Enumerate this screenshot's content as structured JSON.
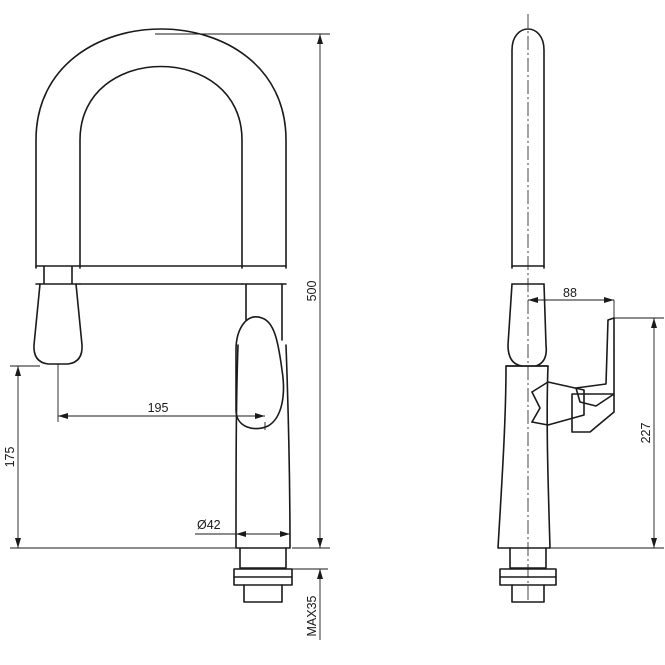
{
  "dimensions": {
    "front_height": "500",
    "spout_reach": "195",
    "spray_height": "175",
    "base_diameter": "Ø42",
    "max_deck": "MAX35",
    "side_reach": "88",
    "side_height": "227"
  }
}
